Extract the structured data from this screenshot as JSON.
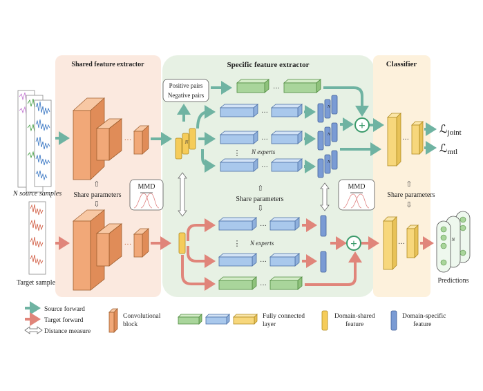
{
  "sections": {
    "shared": "Shared feature extractor",
    "specific": "Specific feature extractor",
    "classifier": "Classifier"
  },
  "inputs": {
    "source": "N source samples",
    "target": "Target sample"
  },
  "labels": {
    "positive_pairs": "Positive pairs",
    "negative_pairs": "Negative pairs",
    "n_experts": "N experts",
    "share_parameters": "Share parameters",
    "mmd": "MMD",
    "n": "N",
    "plus": "+",
    "dots": "···",
    "vdots": "⋮"
  },
  "losses": {
    "joint_main": "ℒ",
    "joint_sub": "joint",
    "mtl_main": "ℒ",
    "mtl_sub": "mtl"
  },
  "outputs": {
    "predictions": "Predictions"
  },
  "legend": {
    "source_forward": "Source forward",
    "target_forward": "Target forward",
    "distance_measure": "Distance measure",
    "conv_block_line1": "Convolutional",
    "conv_block_line2": "block",
    "fc_line1": "Fully connected",
    "fc_line2": "layer",
    "shared_feature_line1": "Domain-shared",
    "shared_feature_line2": "feature",
    "specific_feature_line1": "Domain-specific",
    "specific_feature_line2": "feature"
  },
  "colors": {
    "source_arrow": "#6fb3a2",
    "target_arrow": "#e0857a",
    "conv": "#f1a878",
    "fc_green": "#a9d59b",
    "fc_blue": "#a9c8ec",
    "fc_yellow": "#f7d77c",
    "domain_shared": "#f5cc5a",
    "domain_specific": "#7a9bd4",
    "bg_shared": "#fbe9df",
    "bg_specific": "#e7f1e4",
    "bg_classifier": "#fdf1dc"
  }
}
